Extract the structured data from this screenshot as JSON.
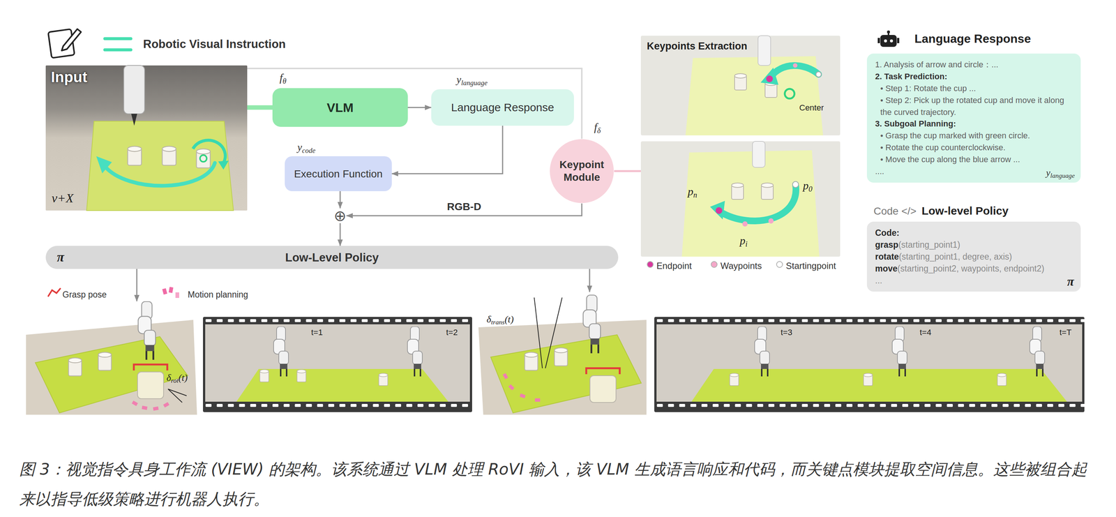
{
  "diagram": {
    "caption": "图 3：视觉指令具身工作流 (VIEW) 的架构。该系统通过 VLM 处理 RoVI 输入，该 VLM 生成语言响应和代码，而关键点模块提取空间信息。这些被组合起来以指导低级策略进行机器人执行。",
    "nodes": [
      {
        "text": [
          "Input",
          "v+X"
        ]
      },
      {
        "text": [
          "VLM"
        ]
      },
      {
        "text": [
          "Language Response"
        ]
      },
      {
        "text": [
          "Execution Function"
        ]
      },
      {
        "text": [
          "Keypoint Module"
        ]
      },
      {
        "text": [
          "⊕"
        ]
      },
      {
        "text": [
          "π",
          "Low-Level Policy"
        ]
      },
      {
        "text": [
          "Keypoints Extraction",
          "Center"
        ]
      },
      {
        "text": [
          "pn",
          "p0",
          "pi"
        ]
      },
      {
        "text": [
          "Language Response",
          "1. Analysis of arrow and circle：...",
          "2. Task Prediction:",
          "• Step 1: Rotate the cup ...",
          "• Step 2: Pick up the rotated cup and move it along the curved trajectory.",
          "3. Subgoal Planning:",
          "• Grasp the cup marked with green circle.",
          "• Rotate the cup counterclockwise.",
          "• Move the cup along the blue arrow ...",
          "....",
          "ylanguage"
        ]
      },
      {
        "text": [
          "Code </>",
          "Low-level Policy",
          "Code:",
          "grasp(starting_point1)",
          "rotate(starting_point1, degree, axis)",
          "move(starting_point2, waypoints, endpoint2)",
          "...",
          "π"
        ]
      },
      {
        "text": [
          "δrot(t)"
        ]
      },
      {
        "text": [
          "t=1",
          "t=2"
        ]
      },
      {
        "text": [
          "δtrans(t)"
        ]
      },
      {
        "text": [
          "t=3",
          "t=4",
          "t=T"
        ]
      }
    ],
    "edges": [
      {
        "from": 0,
        "to": 1,
        "arrow": "none"
      },
      {
        "from": 0,
        "to": 4,
        "arrow": "none"
      },
      {
        "from": 1,
        "to": 2,
        "arrow": "to"
      },
      {
        "from": 2,
        "to": 3,
        "arrow": "to"
      },
      {
        "from": 3,
        "to": 5,
        "arrow": "to"
      },
      {
        "from": 4,
        "to": 5,
        "label": "RGB-D",
        "arrow": "to"
      },
      {
        "from": 5,
        "to": 6,
        "arrow": "to"
      },
      {
        "from": 4,
        "to": 8,
        "arrow": "none"
      },
      {
        "from": 6,
        "to": 11,
        "arrow": "to"
      },
      {
        "from": 6,
        "to": 13,
        "arrow": "to"
      }
    ],
    "labels": [
      "fθ",
      "ylanguage",
      "ycode",
      "fδ"
    ],
    "legend": [
      {
        "text": "Robotic Visual Instruction"
      },
      {
        "text": "Grasp pose"
      },
      {
        "text": "Motion planning"
      },
      {
        "text": "Endpoint",
        "color": "#d9389e"
      },
      {
        "text": "Waypoints",
        "color": "#f4a7c8"
      },
      {
        "text": "Startingpoint",
        "color": "#ffffff"
      }
    ]
  }
}
